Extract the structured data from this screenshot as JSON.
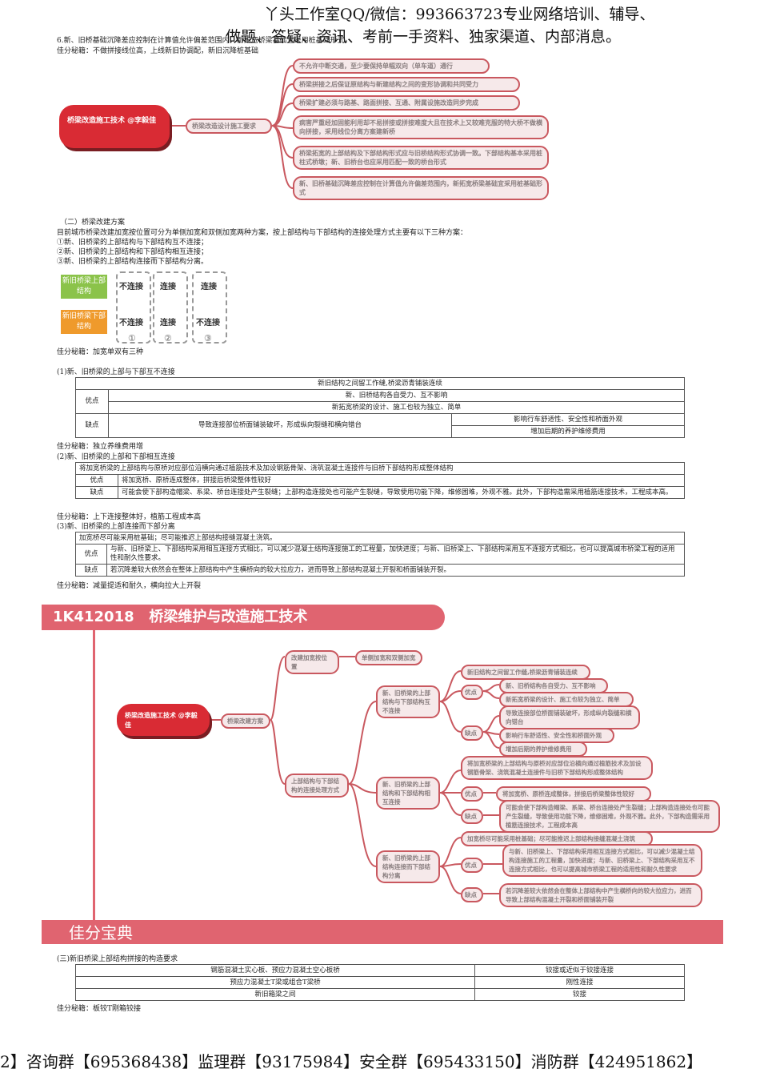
{
  "header": {
    "line1": "丫头工作室QQ/微信：993663723专业网络培训、辅导、",
    "line2": "做题、答疑、资讯、考前一手资料、独家渠道、内部消息。"
  },
  "intro": {
    "item6": "6.新、旧桥基础沉降差应控制在计算值允许偏差范围内，新拓宽桥梁基础宜采用桩基础形式。",
    "tip": "佳分秘籍：不做拼接线位高，上线新旧协调配，新旧沉降桩基础"
  },
  "mindmap1": {
    "root": "桥梁改造施工技术 @李毅佳",
    "branch": "桥梁改造设计施工要求",
    "leaves": [
      "不允许中断交通，至少要保持单幅双向（单车道）通行",
      "桥梁拼接之后保证原结构与新建结构之间的变形协调和共同受力",
      "桥梁扩建必须与路基、路面拼接、互通、附属设施改造同步完成",
      "病害严重经加固能利用却不易拼接或拼接难度大且在技术上又较难克服的特大桥不做横向拼接，采用线位分离方案建新桥",
      "桥梁拓宽的上部结构及下部结构形式应与旧桥结构形式协调一致。下部结构基本采用桩柱式桥墩；新、旧桥台也应采用匹配一致的桥台形式",
      "新、旧桥基础沉降差应控制在计算值允许偏差范围内，新拓宽桥梁基础宜采用桩基础形式"
    ]
  },
  "section2": {
    "title": "（二）桥梁改建方案",
    "p1": "目前城市桥梁改建加宽按位置可分为单侧加宽和双侧加宽两种方案，按上部结构与下部结构的连接处理方式主要有以下三种方案：",
    "p2": "①新、旧桥梁的上部结构与下部结构互不连接；",
    "p3": "②新、旧桥梁的上部结构和下部结构相互连接；",
    "p4": "③新、旧桥梁的上部结构连接而下部结构分离。",
    "tag_top": "新旧桥梁上部结构",
    "tag_bottom": "新旧桥梁下部结构",
    "boxes": [
      {
        "top": "不连接",
        "bottom": "不连接",
        "num": "①"
      },
      {
        "top": "连接",
        "bottom": "连接",
        "num": "②"
      },
      {
        "top": "连接",
        "bottom": "不连接",
        "num": "③"
      }
    ],
    "tip": "佳分秘籍：加宽单双有三种"
  },
  "plan1": {
    "title": "(1)新、旧桥梁的上部与下部互不连接",
    "row0": "新旧结构之间留工作缝,桥梁沥青铺装连续",
    "adv_label": "优点",
    "adv1": "新、旧桥结构各自受力、互不影响",
    "adv2": "新拓宽桥梁的设计、施工也较为独立、简单",
    "dis_label": "缺点",
    "dis_main": "导致连接部位桥面铺装破坏，形成纵向裂缝和横向错台",
    "dis1": "影响行车舒适性、安全性和桥面外观",
    "dis2": "增加后期的养护维修费用",
    "tip": "佳分秘籍：独立养维费用增"
  },
  "plan2": {
    "title": "(2)新、旧桥梁的上部和下部相互连接",
    "row0": "将加宽桥梁的上部结构与原桥对应部位沿横向通过植筋技术及加设钢筋骨架、浇筑混凝土连接件与旧桥下部结构形成整体结构",
    "adv_label": "优点",
    "adv": "将加宽桥、原桥连成整体，拼接后桥梁整体性较好",
    "dis_label": "缺点",
    "dis": "可能会使下部构造帽梁、系梁、桥台连接处产生裂缝；上部构造连接处也可能产生裂缝，导致使用功能下降，维修困难，外观不雅。此外，下部构造需采用植筋连接技术，工程成本高。",
    "tip": "佳分秘籍：上下连接整体好，植筋工程成本高"
  },
  "plan3": {
    "title": "(3)新、旧桥梁的上部连接而下部分离",
    "row0": "加宽桥尽可能采用桩基础；尽可能推迟上部结构接缝混凝土浇筑。",
    "adv_label": "优点",
    "adv": "与新、旧桥梁上、下部结构采用相互连接方式相比，可以减少混凝土结构连接施工的工程量，加快进度；与新、旧桥梁上、下部结构采用互不连接方式相比，也可以提高城市桥梁工程的适用性和耐久性要求。",
    "dis_label": "缺点",
    "dis": "若沉降差较大依然会在整体上部结构中产生横桥向的较大拉应力，进而导致上部结构混凝土开裂和桥面铺装开裂。",
    "tip": "佳分秘籍：减量提适和耐久，横向拉大上开裂"
  },
  "mindmap2": {
    "banner": "1K412018   桥梁维护与改造施工技术",
    "root": "桥梁改造施工技术 @李毅佳",
    "branch": "桥梁改建方案",
    "sub_a": "改建加宽按位置",
    "sub_a_leaf": "单侧加宽和双侧加宽",
    "sub_b": "上部结构与下部结构的连接处理方式",
    "opt1": "新、旧桥梁的上部结构与下部结构互不连接",
    "opt1_row0": "新旧结构之间留工作缝,桥梁沥青铺装连续",
    "opt1_adv": "优点",
    "opt1_adv1": "新、旧桥结构各自受力、互不影响",
    "opt1_adv2": "新拓宽桥梁的设计、施工也较为独立、简单",
    "opt1_dis": "缺点",
    "opt1_dis1": "导致连接部位桥面铺装破坏，形成纵向裂缝和横向错台",
    "opt1_dis2": "影响行车舒适性、安全性和桥面外观",
    "opt1_dis3": "增加后期的养护维修费用",
    "opt2": "新、旧桥梁的上部结构和下部结构相互连接",
    "opt2_row0": "将加宽桥梁的上部结构与原桥对应部位沿横向通过植筋技术及加设钢筋骨架、浇筑混凝土连接件与旧桥下部结构形成整体结构",
    "opt2_adv": "优点",
    "opt2_adv1": "将加宽桥、原桥连成整体，拼接后桥梁整体性较好",
    "opt2_dis": "缺点",
    "opt2_dis1": "可能会使下部构造帽梁、系梁、桥台连接处产生裂缝；上部构造连接处也可能产生裂缝，导致使用功能下降，维修困难，外观不雅。此外，下部构造需采用植筋连接技术，工程成本高",
    "opt3": "新、旧桥梁的上部结构连接而下部结构分离",
    "opt3_row0": "加宽桥尽可能采用桩基础；尽可能推迟上部结构接缝混凝土浇筑",
    "opt3_adv": "优点",
    "opt3_adv1": "与新、旧桥梁上、下部结构采用相互连接方式相比，可以减少混凝土结构连接施工的工程量，加快进度；与新、旧桥梁上、下部结构采用互不连接方式相比，也可以提高城市桥梁工程的适用性和耐久性要求",
    "opt3_dis": "缺点",
    "opt3_dis1": "若沉降差较大依然会在整体上部结构中产生横桥向的较大拉应力，进而导致上部结构混凝土开裂和桥面铺装开裂",
    "footer_band": "佳分宝典"
  },
  "section3": {
    "title": "(三)新旧桥梁上部结构拼接的构造要求",
    "rows": [
      [
        "钢筋混凝土实心板、预应力混凝土空心板桥",
        "铰接或近似于铰接连接"
      ],
      [
        "预应力混凝土T梁或组合T梁桥",
        "刚性连接"
      ],
      [
        "新旧箱梁之间",
        "铰接"
      ]
    ],
    "tip": "佳分秘籍：板铰T刚箱铰接"
  },
  "footer": {
    "text": "2】咨询群【695368438】监理群【93175984】安全群【695433150】消防群【424951862】"
  },
  "colors": {
    "accent": "#d92b34",
    "node_border": "#c9585f",
    "banner": "#e06470"
  }
}
